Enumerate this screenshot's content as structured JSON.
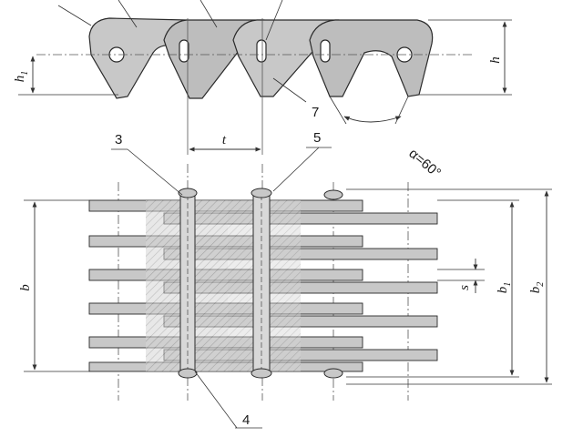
{
  "labels": {
    "ref_3": "3",
    "ref_5": "5",
    "ref_4": "4",
    "ref_7": "7",
    "pitch_t": "t",
    "height_h": "h",
    "height_h1": "h",
    "height_h1_sub": "1",
    "angle_alpha": "α=60°",
    "width_b": "b",
    "width_b1": "b",
    "width_b1_sub": "1",
    "width_b2": "b",
    "width_b2_sub": "2",
    "thickness_s": "s"
  },
  "colors": {
    "plate_fill": "#c8c8c8",
    "plate_dark": "#a9a9a9",
    "outline": "#2a2a2a",
    "dim_line": "#333333",
    "background": "#ffffff"
  }
}
